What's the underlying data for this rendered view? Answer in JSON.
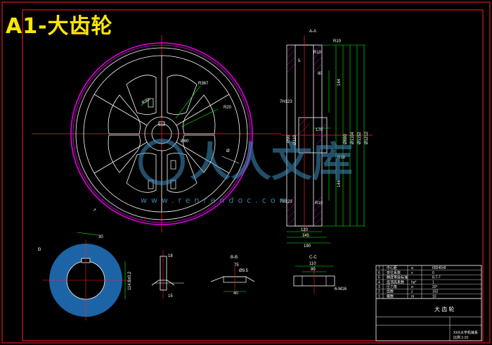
{
  "title": "A1-大齿轮",
  "watermark": {
    "brand": "人人文库",
    "url": "www.renrendoc.com"
  },
  "front_view": {
    "labels": {
      "r367": "R367",
      "r20": "R20",
      "r30": "R30",
      "phi60": "Ø60",
      "phi": "Ø"
    }
  },
  "section_aa": {
    "label": "A-A",
    "dims": {
      "r10_top": "R10",
      "r10_mid": "R10",
      "r10_bot": "R10",
      "r18": "R18",
      "five": "5",
      "eighty": "80",
      "d144_top": "144",
      "d144_bot": "144",
      "d170": "170",
      "d120": "120",
      "d145": "145",
      "d190": "190",
      "phi110": "Ø110",
      "phi880": "Ø880",
      "phi1104": "Ø1104",
      "phi1152": "Ø1152",
      "phi1212": "Ø1212",
      "tol": "7H123",
      "phi90": "Ø90"
    }
  },
  "detail_views": {
    "keyway": {
      "label": "Ð",
      "dim": "114.6±0.2",
      "dim2": "30"
    },
    "rim_section": {
      "d18": "18",
      "d15": "15"
    },
    "section_bb": {
      "label": "B-B",
      "d75": "75",
      "d95": "Ø9.5",
      "d40": "40"
    },
    "section_cc": {
      "label": "C-C",
      "d110": "110",
      "d80": "80",
      "d6m16": "6-M16"
    }
  },
  "param_table": {
    "rows": [
      {
        "no": "7",
        "name": "中心距",
        "sym": "a",
        "val": "65540±8"
      },
      {
        "no": "6",
        "name": "变位系数",
        "sym": "x",
        "val": "0"
      },
      {
        "no": "5",
        "name": "精度等级标准",
        "sym": "",
        "val": "8-7-7"
      },
      {
        "no": "4",
        "name": "齿顶高系数",
        "sym": "ha*",
        "val": "1"
      },
      {
        "no": "3",
        "name": "压力角",
        "sym": "α",
        "val": "20°"
      },
      {
        "no": "2",
        "name": "齿数",
        "sym": "z",
        "val": "152"
      },
      {
        "no": "1",
        "name": "模数",
        "sym": "m",
        "val": "10"
      }
    ],
    "part_name": "大 齿 轮",
    "footer": "XXX大学机械系",
    "footer2": "比例  1:10"
  }
}
